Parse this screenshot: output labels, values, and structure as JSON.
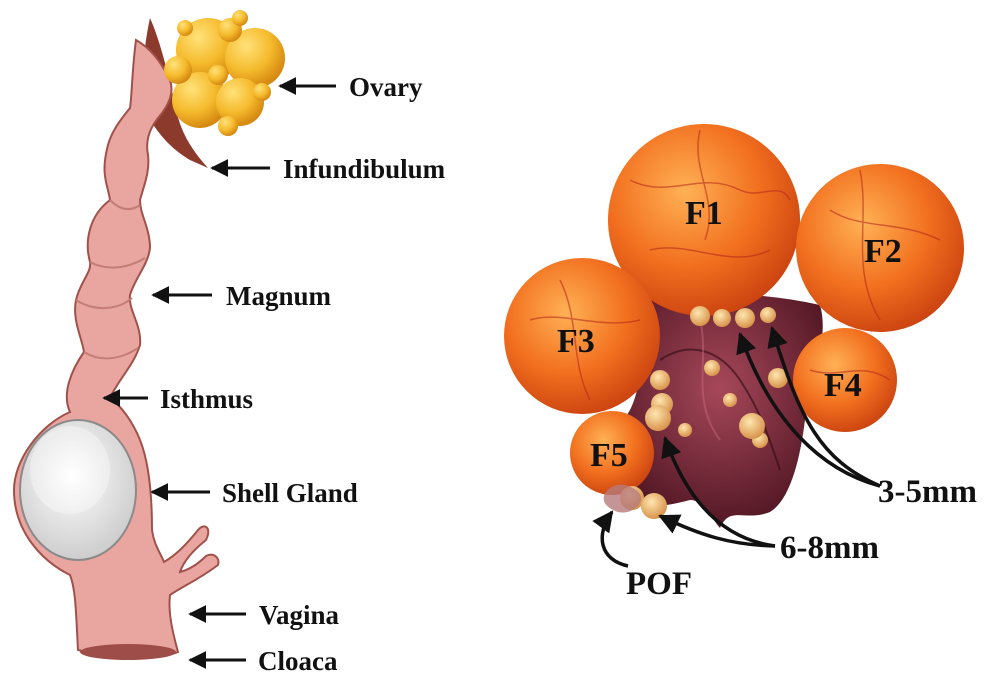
{
  "oviduct": {
    "labels": {
      "ovary": "Ovary",
      "infundibulum": "Infundibulum",
      "magnum": "Magnum",
      "isthmus": "Isthmus",
      "shell_gland": "Shell Gland",
      "vagina": "Vagina",
      "cloaca": "Cloaca"
    }
  },
  "follicles": {
    "labels": {
      "f1": "F1",
      "f2": "F2",
      "f3": "F3",
      "f4": "F4",
      "f5": "F5"
    },
    "annotations": {
      "small": "3-5mm",
      "medium": "6-8mm",
      "pof": "POF"
    }
  },
  "colors": {
    "oviduct_fill": "#e9a5a0",
    "oviduct_stroke": "#a0524a",
    "yolk": "#f3b830",
    "follicle": "#ef6a1f",
    "stroma": "#6b1f2c"
  }
}
